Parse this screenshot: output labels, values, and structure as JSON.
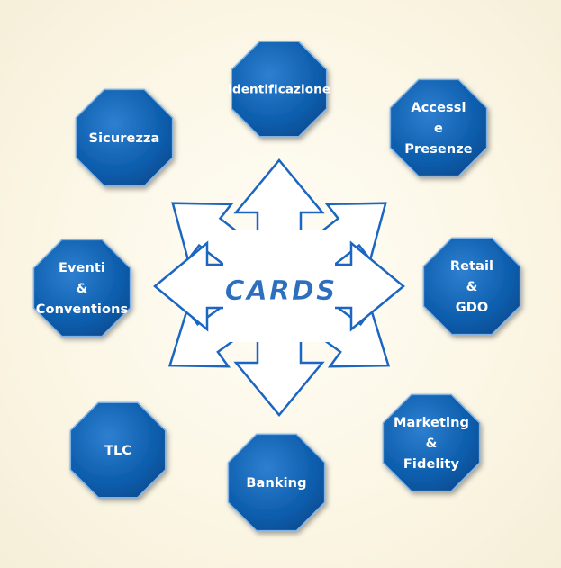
{
  "center": {
    "label": "CARDS"
  },
  "nodes": [
    {
      "id": "identificazione",
      "lines": [
        "Identificazione"
      ]
    },
    {
      "id": "accessi-presenze",
      "lines": [
        "Accessi",
        "e",
        "Presenze"
      ]
    },
    {
      "id": "retail-gdo",
      "lines": [
        "Retail",
        "&",
        "GDO"
      ]
    },
    {
      "id": "marketing-fidelity",
      "lines": [
        "Marketing",
        "&",
        "Fidelity"
      ]
    },
    {
      "id": "banking",
      "lines": [
        "Banking"
      ]
    },
    {
      "id": "tlc",
      "lines": [
        "TLC"
      ]
    },
    {
      "id": "eventi-conventions",
      "lines": [
        "Eventi",
        "&",
        "Conventions"
      ]
    },
    {
      "id": "sicurezza",
      "lines": [
        "Sicurezza"
      ]
    }
  ],
  "colors": {
    "node_fill": "#0b5cab",
    "node_fill_light": "#2f7fd0",
    "node_stroke": "#7fb3e8",
    "arrow_fill": "#ffffff",
    "arrow_stroke": "#1a66c2",
    "center_text": "#2c6fbf",
    "background": "#fbf6e6"
  }
}
